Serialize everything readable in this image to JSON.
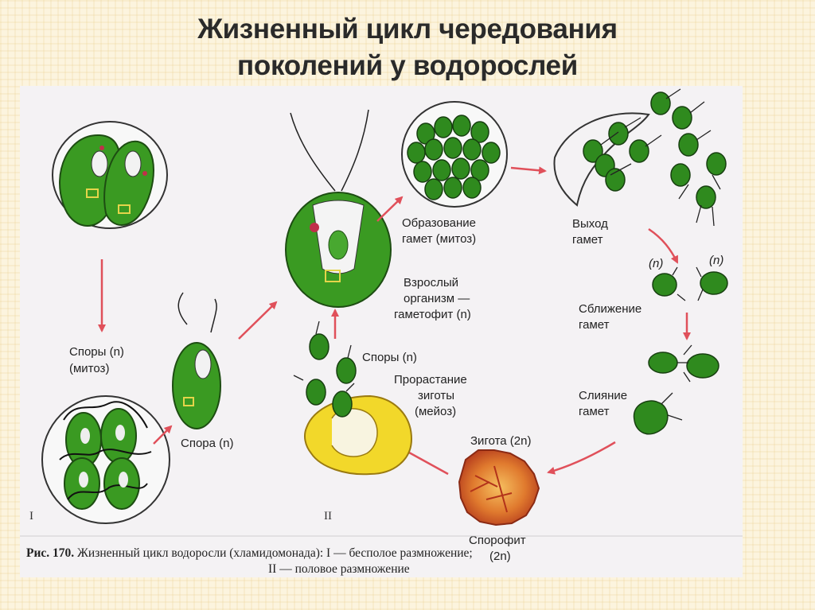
{
  "slide": {
    "title_line1": "Жизненный цикл чередования",
    "title_line2": "поколений у водорослей"
  },
  "figure": {
    "labels": {
      "spores_mitosis_1": "Споры (n)",
      "spores_mitosis_2": "(митоз)",
      "spore": "Спора (n)",
      "gamete_formation_1": "Образование",
      "gamete_formation_2": "гамет (митоз)",
      "adult_1": "Взрослый",
      "adult_2": "организм —",
      "adult_3": "гаметофит (n)",
      "gamete_exit_1": "Выход",
      "gamete_exit_2": "гамет",
      "n_left": "(n)",
      "n_right": "(n)",
      "approach_1": "Сближение",
      "approach_2": "гамет",
      "fusion_1": "Слияние",
      "fusion_2": "гамет",
      "zygote": "Зигота (2n)",
      "sporophyte_1": "Спорофит",
      "sporophyte_2": "(2n)",
      "spores_n": "Споры (n)",
      "germination_1": "Прорастание",
      "germination_2": "зиготы",
      "germination_3": "(мейоз)",
      "roman_1": "I",
      "roman_2": "II"
    },
    "caption": {
      "prefix": "Рис. 170.",
      "line1": " Жизненный цикл водоросли (хламидомонада): I — бесполое размножение;",
      "line2": "II — половое размножение"
    }
  },
  "colors": {
    "cell_green": "#2f8a1e",
    "cell_dark": "#1d5e16",
    "arrow_red": "#e0505a",
    "zygote_orange": "#d8602a",
    "sporophyte_yellow": "#f2d82a"
  }
}
